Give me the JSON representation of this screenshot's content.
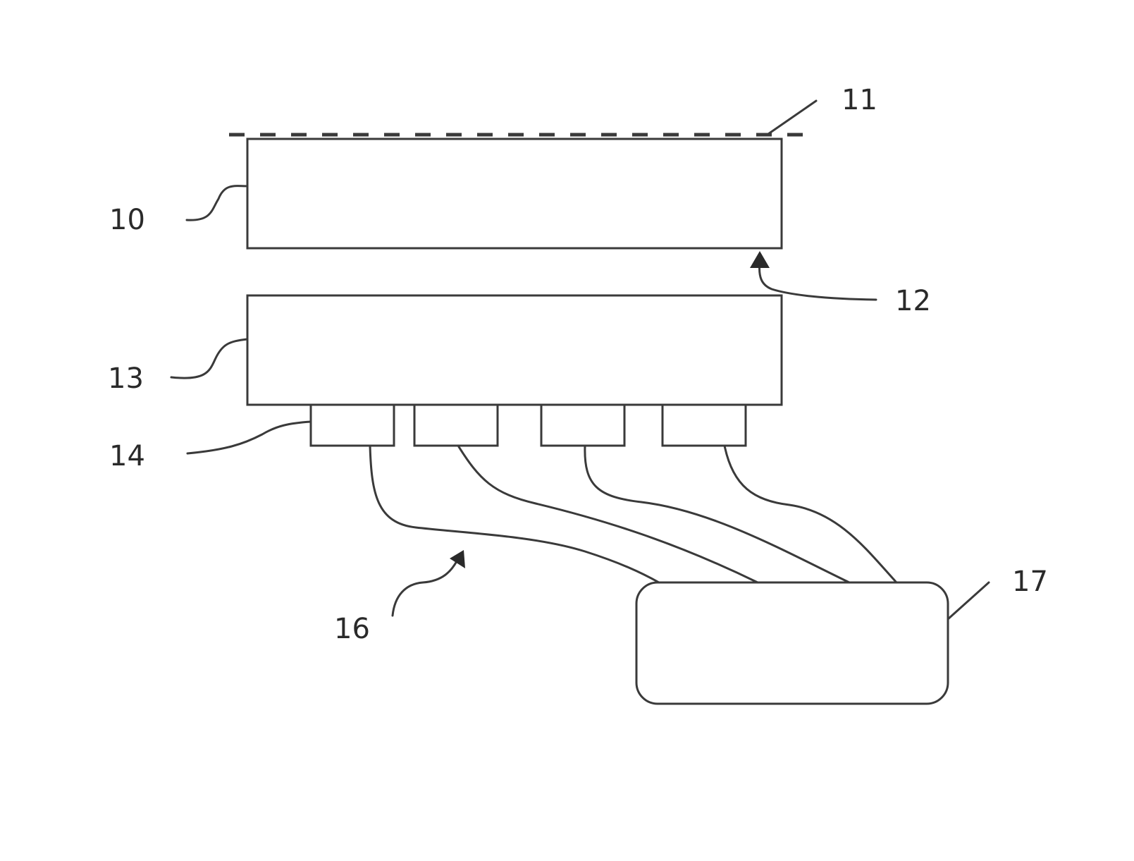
{
  "diagram": {
    "labels": {
      "ref_10": "10",
      "ref_11": "11",
      "ref_12": "12",
      "ref_13": "13",
      "ref_14": "14",
      "ref_16": "16",
      "ref_17": "17"
    },
    "line_color": "#3a3a3a",
    "background": "#ffffff"
  }
}
